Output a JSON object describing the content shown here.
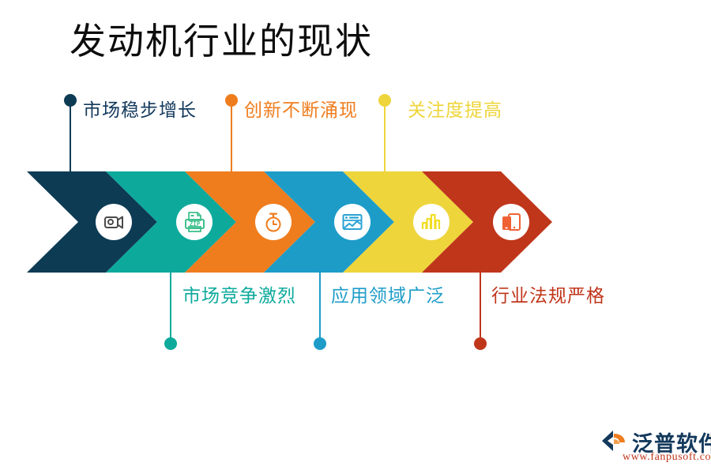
{
  "page": {
    "title": "发动机行业的现状",
    "background_color": "#ffffff",
    "title_color": "#0d0d0d"
  },
  "palette": {
    "navy": "#0d3b54",
    "teal": "#0daa9c",
    "orange": "#ef7d1e",
    "blue": "#1d9cc8",
    "yellow": "#eed53b",
    "red": "#c0361b"
  },
  "band": {
    "segments": [
      {
        "id": "segment-1",
        "color": "#0d3b54",
        "icon": "video-camera-icon",
        "icon_color": "#4a4a4a"
      },
      {
        "id": "segment-2",
        "color": "#0daa9c",
        "icon": "zip-file-icon",
        "icon_color": "#3fc08c"
      },
      {
        "id": "segment-3",
        "color": "#ef7d1e",
        "icon": "stopwatch-icon",
        "icon_color": "#ef7d1e"
      },
      {
        "id": "segment-4",
        "color": "#1d9cc8",
        "icon": "chart-window-icon",
        "icon_color": "#2aa3d4"
      },
      {
        "id": "segment-5",
        "color": "#eed53b",
        "icon": "bar-chart-icon",
        "icon_color": "#f2dd20"
      },
      {
        "id": "segment-6",
        "color": "#c0361b",
        "icon": "devices-icon",
        "icon_color": "#ef6033"
      }
    ]
  },
  "callouts": {
    "top": [
      {
        "label": "市场稳步增长",
        "color": "#0d3b54",
        "text_color": "#13395c"
      },
      {
        "label": "创新不断涌现",
        "color": "#ef7d1e",
        "text_color": "#ef7d1e"
      },
      {
        "label": "关注度提高",
        "color": "#eed53b",
        "text_color": "#eed53b"
      }
    ],
    "bottom": [
      {
        "label": "市场竞争激烈",
        "color": "#0daa9c",
        "text_color": "#0daa9c"
      },
      {
        "label": "应用领域广泛",
        "color": "#1d9cc8",
        "text_color": "#1d9cc8"
      },
      {
        "label": "行业法规严格",
        "color": "#c0361b",
        "text_color": "#c0361b"
      }
    ]
  },
  "logo": {
    "name": "泛普软件",
    "url": "www.fanpusoft.com",
    "mark_color": "#13395c",
    "accent_color": "#ef7d1e",
    "url_color": "#c0361b"
  }
}
